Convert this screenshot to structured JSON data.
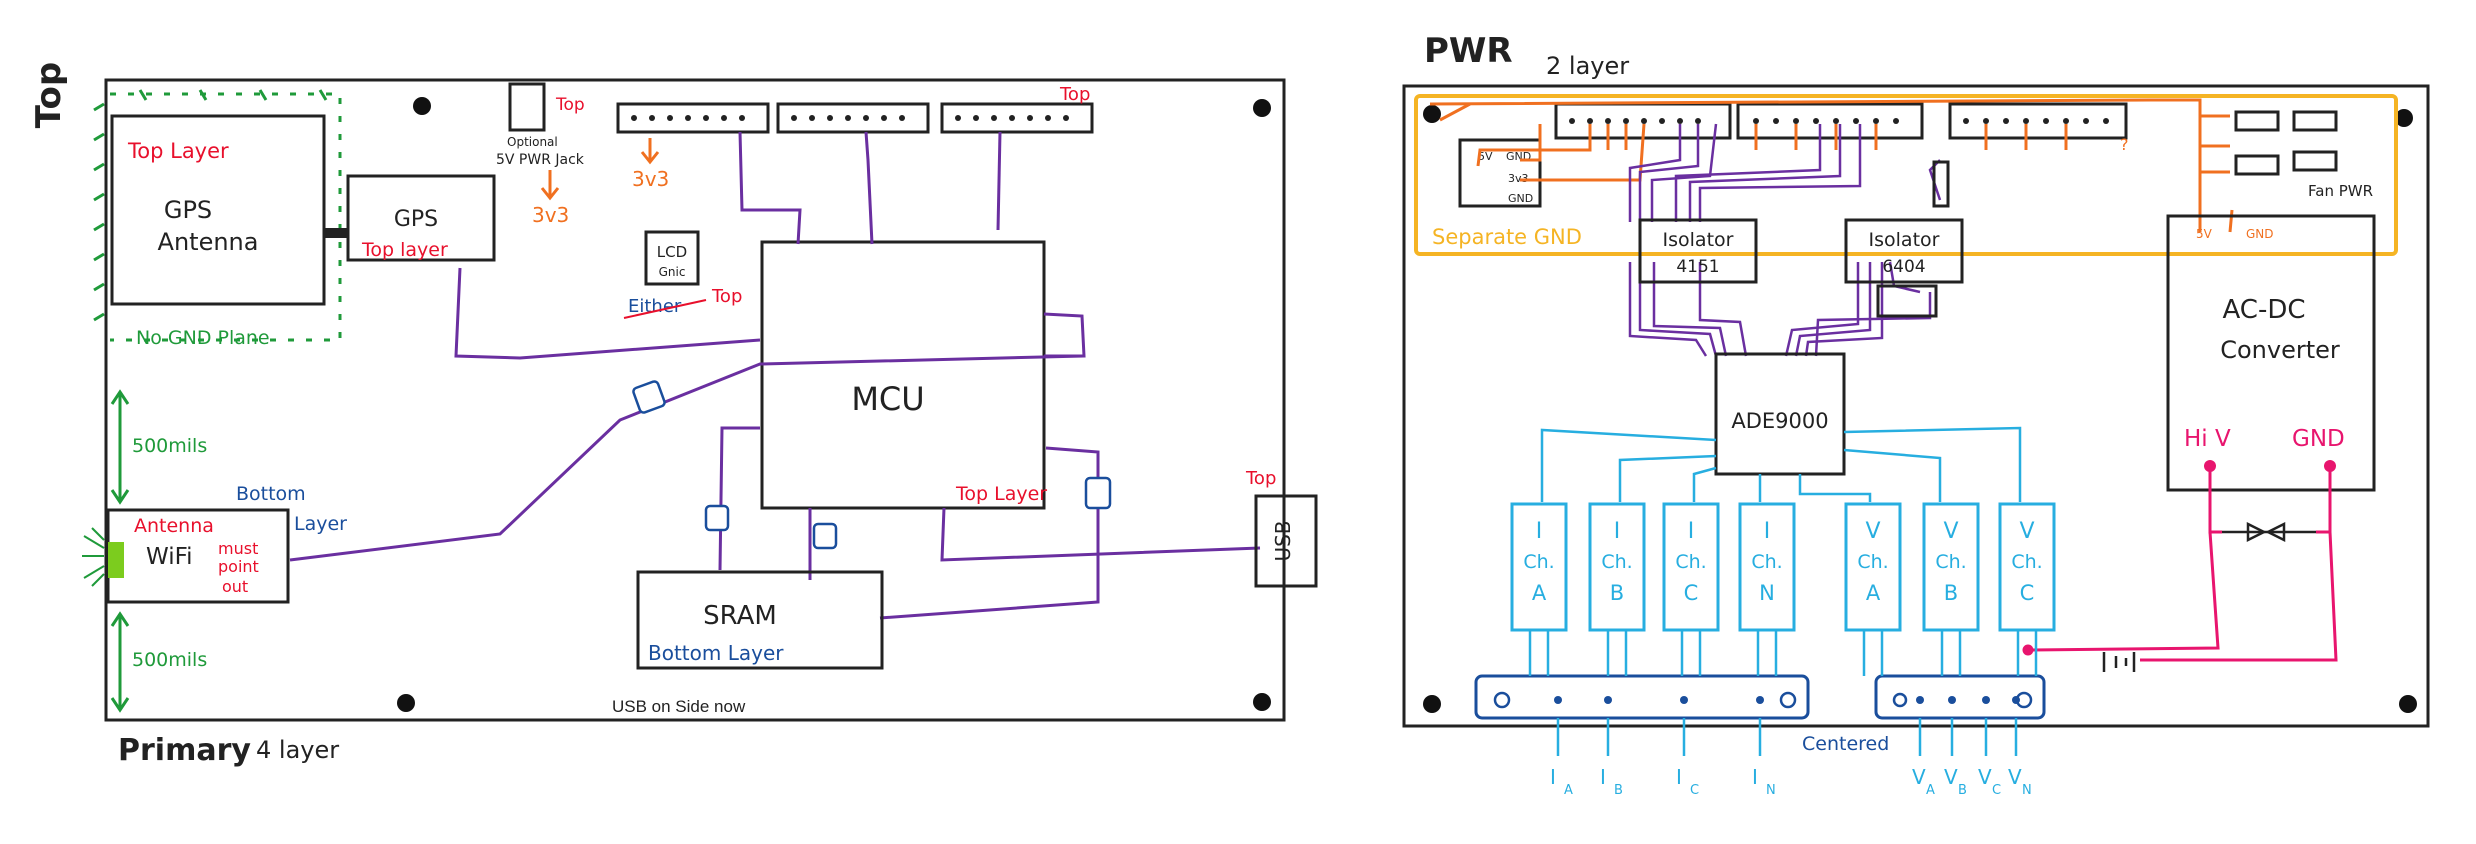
{
  "left_board": {
    "side_label": "Top",
    "footer_title": "Primary",
    "footer_subtitle": "4 layer",
    "usb_note": "USB on Side now",
    "gps_antenna": {
      "line1": "GPS",
      "line2": "Antenna",
      "layer": "Top Layer",
      "plane": "No GND Plane"
    },
    "gps": {
      "name": "GPS",
      "layer": "Top layer"
    },
    "jack": {
      "top": "Top",
      "line1": "Optional",
      "line2": "5V PWR Jack",
      "voltage": "3v3"
    },
    "header_voltage": "3v3",
    "header_top": "Top",
    "lcd": {
      "line1": "LCD",
      "line2": "Gnic",
      "either": "Either",
      "top": "Top"
    },
    "mcu": {
      "name": "MCU",
      "layer": "Top Layer"
    },
    "wifi": {
      "antenna": "Antenna",
      "name": "WiFi",
      "note1": "must",
      "note2": "point",
      "note3": "out",
      "layer1": "Bottom",
      "layer2": "Layer"
    },
    "dim_top": "500mils",
    "dim_bottom": "500mils",
    "sram": {
      "name": "SRAM",
      "layer": "Bottom Layer"
    },
    "usb": {
      "top": "Top",
      "name": "USB"
    }
  },
  "right_board": {
    "title": "PWR",
    "subtitle": "2 layer",
    "zone_label": "Separate GND",
    "fan_label": "Fan PWR",
    "header_question": "?",
    "reg": {
      "v5": "5V",
      "gnd1": "GND",
      "v3": "3v3",
      "gnd2": "GND"
    },
    "isolator1": {
      "line1": "Isolator",
      "line2": "4151"
    },
    "isolator2": {
      "line1": "Isolator",
      "line2": "6404"
    },
    "ade": "ADE9000",
    "acdc": {
      "line1": "AC-DC",
      "line2": "Converter",
      "hiv": "Hi V",
      "gnd": "GND",
      "v5": "5V",
      "gnd_small": "GND"
    },
    "channels": [
      {
        "l1": "I",
        "l2": "Ch.",
        "l3": "A"
      },
      {
        "l1": "I",
        "l2": "Ch.",
        "l3": "B"
      },
      {
        "l1": "I",
        "l2": "Ch.",
        "l3": "C"
      },
      {
        "l1": "I",
        "l2": "Ch.",
        "l3": "N"
      },
      {
        "l1": "V",
        "l2": "Ch.",
        "l3": "A"
      },
      {
        "l1": "V",
        "l2": "Ch.",
        "l3": "B"
      },
      {
        "l1": "V",
        "l2": "Ch.",
        "l3": "C"
      }
    ],
    "inputs": [
      {
        "main": "I",
        "sub": "A"
      },
      {
        "main": "I",
        "sub": "B"
      },
      {
        "main": "I",
        "sub": "C"
      },
      {
        "main": "I",
        "sub": "N"
      },
      {
        "main": "V",
        "sub": "A"
      },
      {
        "main": "V",
        "sub": "B"
      },
      {
        "main": "V",
        "sub": "C"
      },
      {
        "main": "V",
        "sub": "N"
      }
    ],
    "centered": "Centered"
  },
  "colors": {
    "ink": "#222222",
    "red": "#e8102c",
    "orange": "#f07020",
    "purple": "#6a2fa0",
    "blue": "#27aee0",
    "navy": "#1a4e9c",
    "green": "#1f9a3a",
    "magenta": "#e8156e",
    "yellow": "#f5b424",
    "lime": "#7ccc1e"
  }
}
